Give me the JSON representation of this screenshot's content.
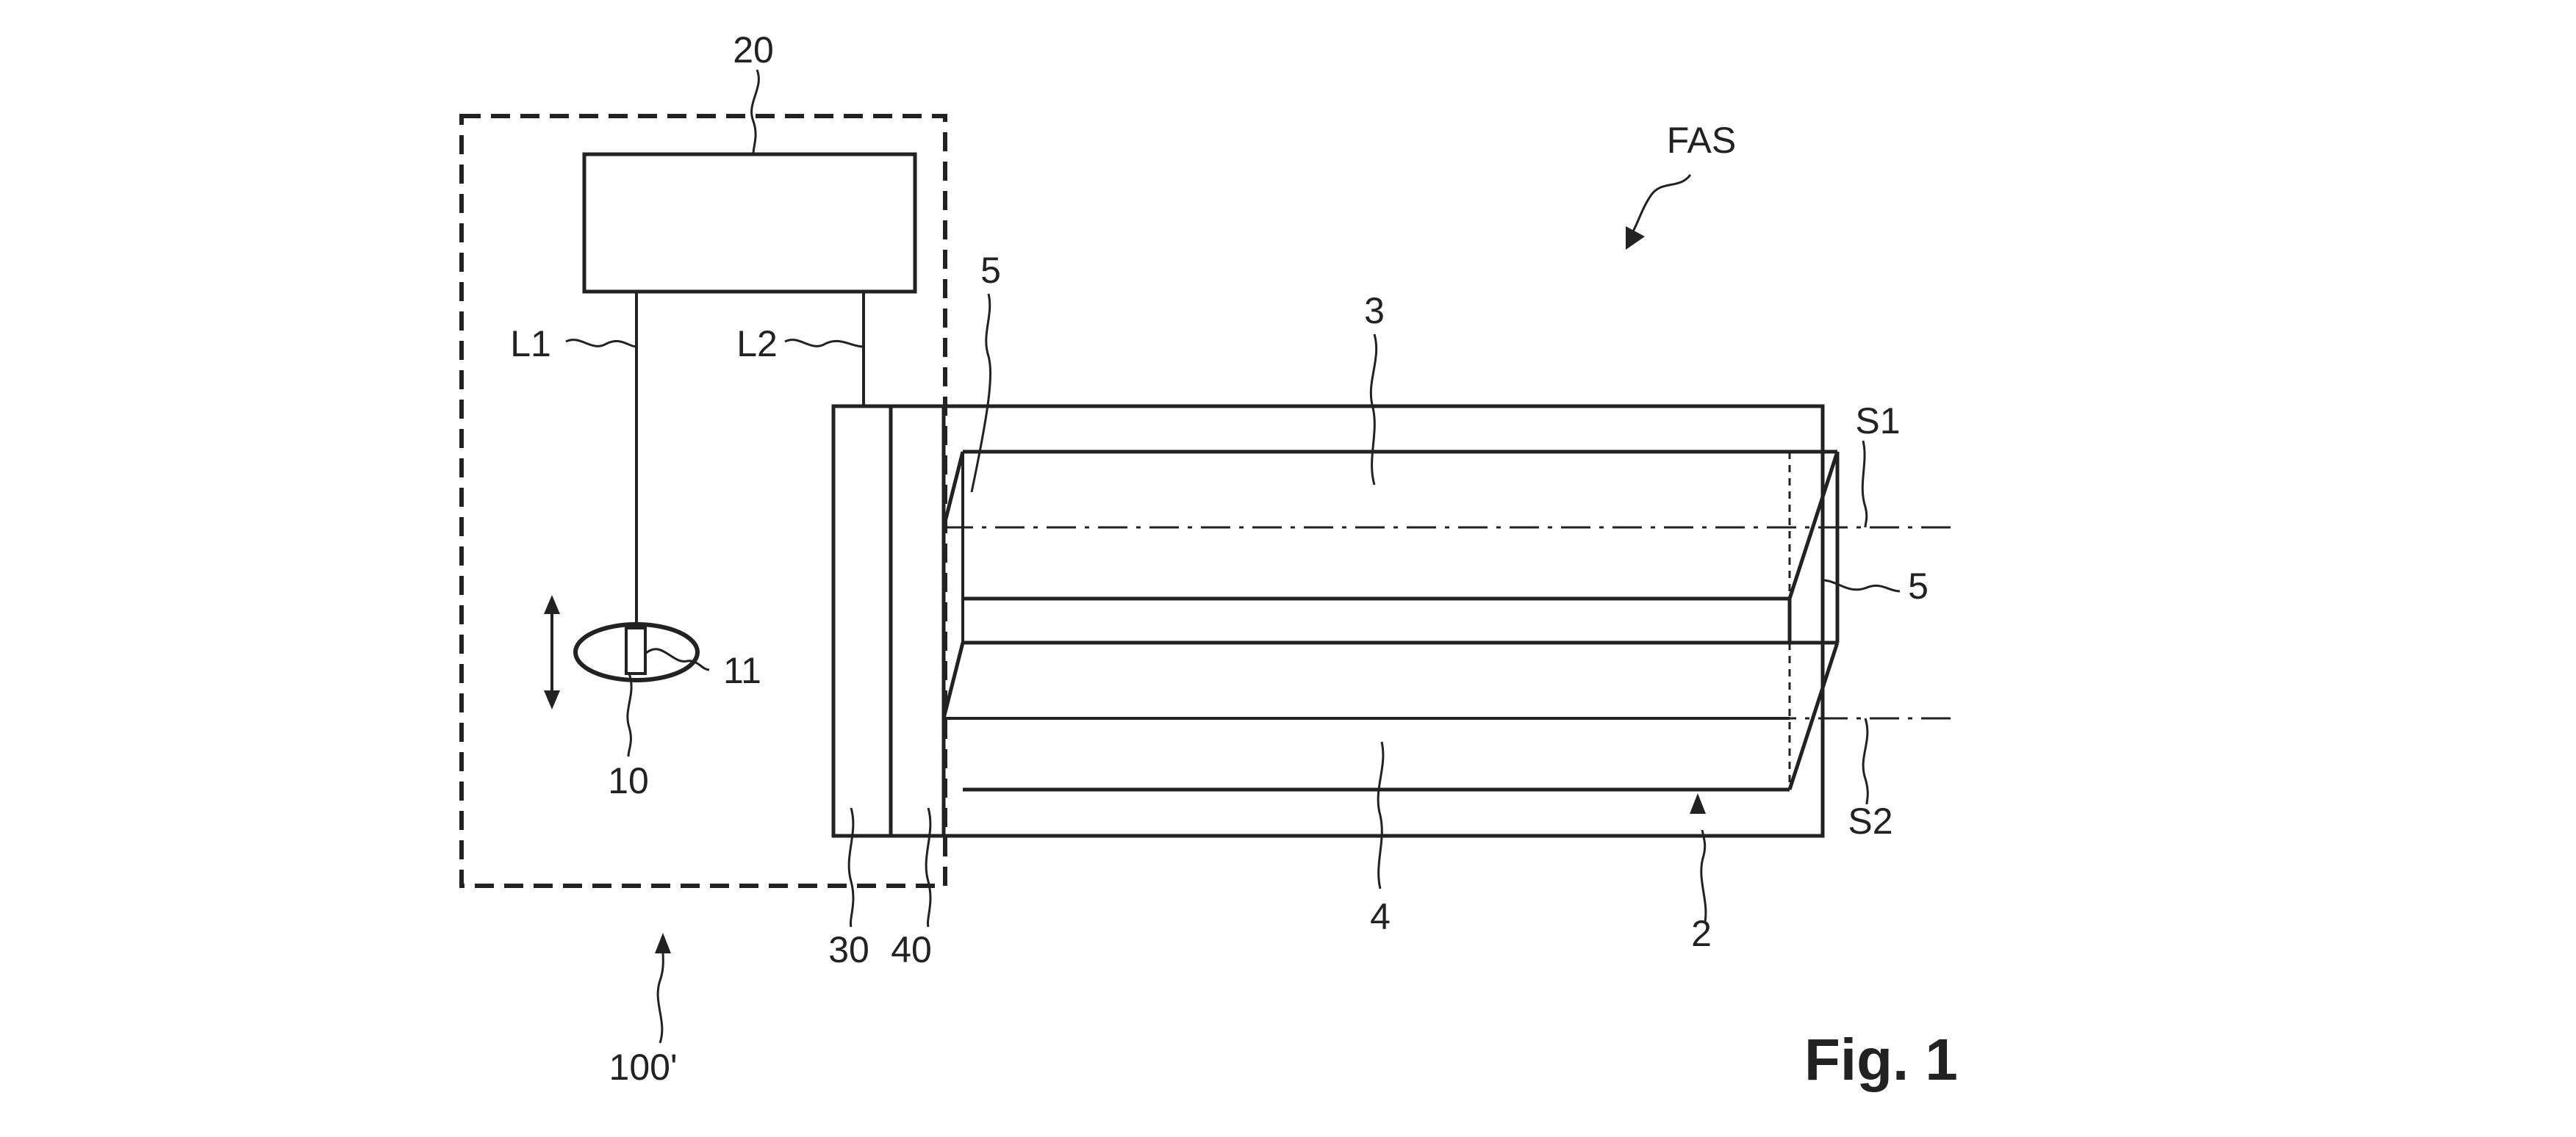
{
  "labels": {
    "controller": "20",
    "fas": "FAS",
    "line1": "L1",
    "line2": "L2",
    "seal_left": "5",
    "seal_right": "5",
    "upper_chamber": "3",
    "lower_chamber": "4",
    "axis1": "S1",
    "axis2": "S2",
    "actuator": "11",
    "operating_element": "10",
    "layer30": "30",
    "layer40": "40",
    "housing": "2",
    "system": "100'"
  },
  "caption": "Fig. 1"
}
